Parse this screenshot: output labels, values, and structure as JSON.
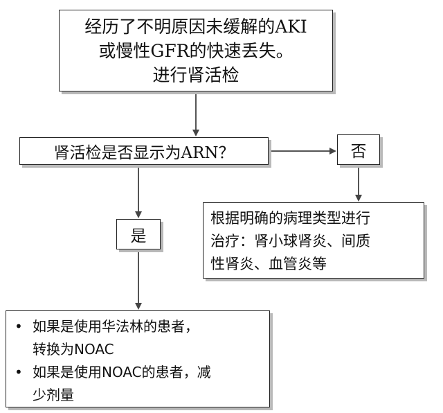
{
  "top_box": {
    "lines": [
      "经历了不明原因未缓解的AKI",
      "或慢性GFR的快速丢失。",
      "进行肾活检"
    ]
  },
  "question_box": {
    "text": "肾活检是否显示为ARN？"
  },
  "no_box": {
    "text": "否"
  },
  "yes_box": {
    "text": "是"
  },
  "treatment_box": {
    "lines": [
      "根据明确的病理类型进行",
      "治疗：肾小球肾炎、间质",
      "性肾炎、血管炎等"
    ]
  },
  "final_box": {
    "bullet_symbol": "•",
    "items": [
      {
        "lines": [
          "如果是使用华法林的患者，",
          "转换为NOAC"
        ]
      },
      {
        "lines": [
          "如果是使用NOAC的患者，减",
          "少剂量"
        ]
      }
    ]
  }
}
